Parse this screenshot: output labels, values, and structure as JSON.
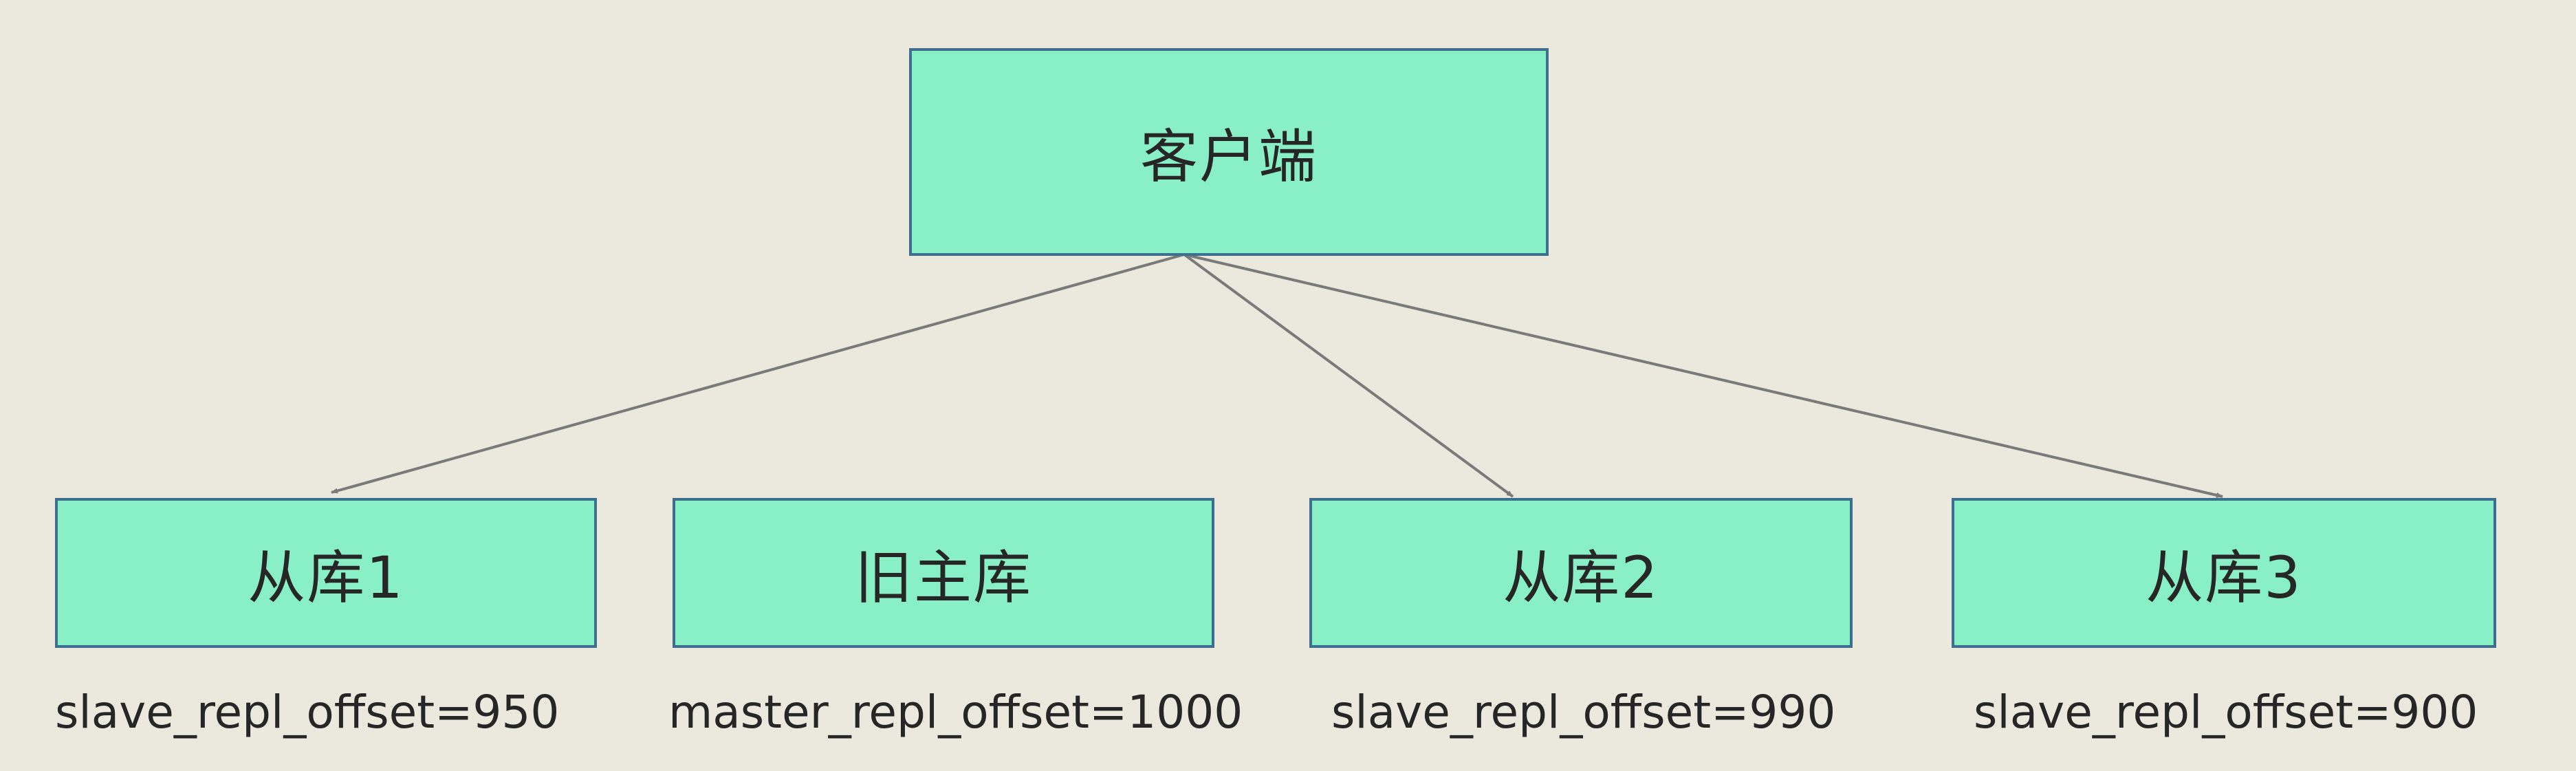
{
  "nodes": {
    "client": {
      "label": "客户端"
    },
    "replica1": {
      "label": "从库1",
      "offset_text": "slave_repl_offset=950"
    },
    "old_master": {
      "label": "旧主库",
      "offset_text": "master_repl_offset=1000"
    },
    "replica2": {
      "label": "从库2",
      "offset_text": "slave_repl_offset=990"
    },
    "replica3": {
      "label": "从库3",
      "offset_text": "slave_repl_offset=900"
    }
  },
  "edges": [
    {
      "from": "client",
      "to": "replica1"
    },
    {
      "from": "client",
      "to": "replica2"
    },
    {
      "from": "client",
      "to": "replica3"
    }
  ],
  "colors": {
    "background": "#ebe8de",
    "node_fill": "#88efc7",
    "node_border": "#3d6f8f",
    "edge": "#7a7a7a",
    "text": "#262626"
  }
}
